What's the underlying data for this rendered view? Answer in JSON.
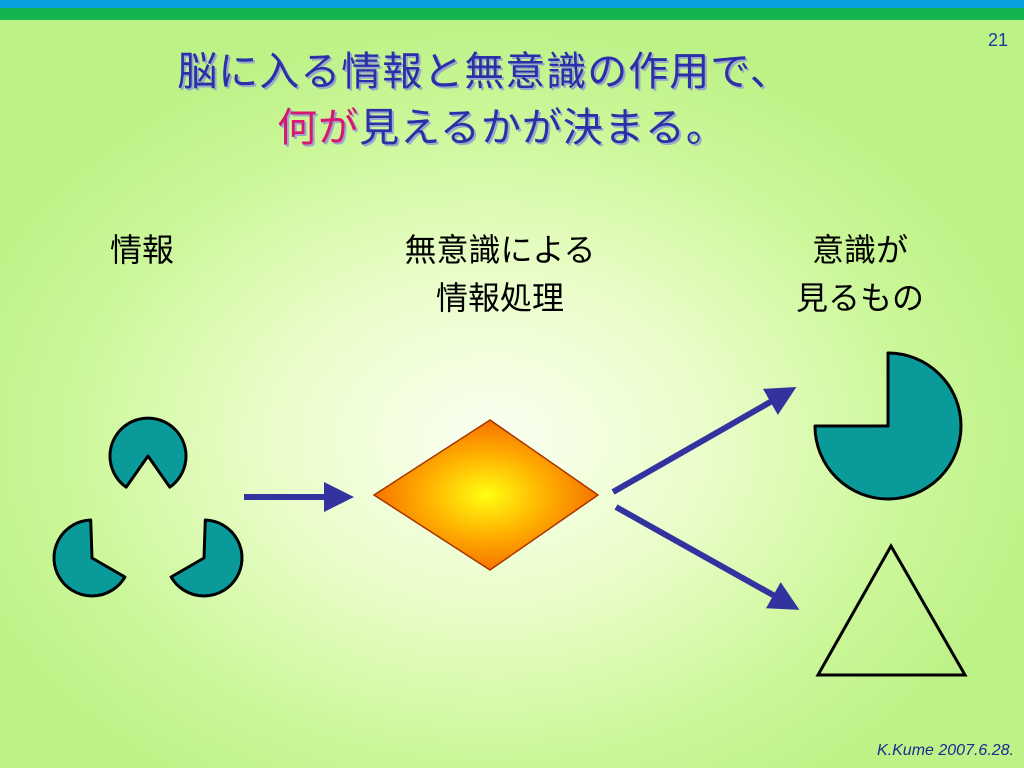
{
  "slide": {
    "page_number": "21",
    "title_line1": "脳に入る情報と無意識の作用で、",
    "title_line2_accent": "何が",
    "title_line2_rest": "見えるかが決まる。",
    "credit": "K.Kume   2007.6.28."
  },
  "labels": {
    "info": "情報",
    "processing_line1": "無意識による",
    "processing_line2": "情報処理",
    "conscious_line1": "意識が",
    "conscious_line2": "見るもの"
  },
  "colors": {
    "title": "#2b2fa8",
    "title_accent": "#d81870",
    "shape_fill": "#0a9a9a",
    "arrow": "#3333a0",
    "diamond_center": "#ffff00",
    "diamond_edge": "#f06000"
  },
  "icons": [
    "pacman-circle",
    "kanizsa-triangle",
    "triangle-outline",
    "diamond"
  ]
}
